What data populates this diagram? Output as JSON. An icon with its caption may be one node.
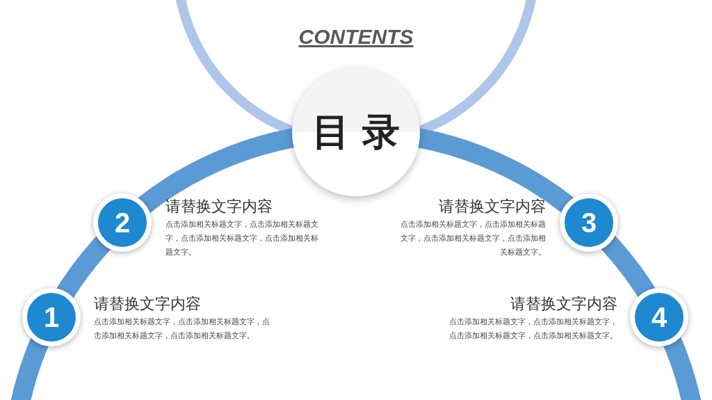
{
  "diagram": {
    "title": "CONTENTS",
    "nodes": [
      {
        "text": [
          "目 录"
        ]
      },
      {
        "text": [
          "2"
        ],
        "beside": [
          "请替换文字内容",
          "点击添加相关标题文字，点击添加相关标题文字，点击添加相关标题文字，点击添加相关标题文字。"
        ]
      },
      {
        "text": [
          "3"
        ],
        "beside": [
          "请替换文字内容",
          "点击添加相关标题文字，点击添加相关标题文字，点击添加相关标题文字，点击添加相关标题文字。"
        ]
      },
      {
        "text": [
          "1"
        ],
        "beside": [
          "请替换文字内容",
          "点击添加相关标题文字，点击添加相关标题文字，点击添加相关标题文字，点击添加相关标题文字。"
        ]
      },
      {
        "text": [
          "4"
        ],
        "beside": [
          "请替换文字内容",
          "点击添加相关标题文字，点击添加相关标题文字，点击添加相关标题文字，点击添加相关标题文字。"
        ]
      }
    ]
  }
}
